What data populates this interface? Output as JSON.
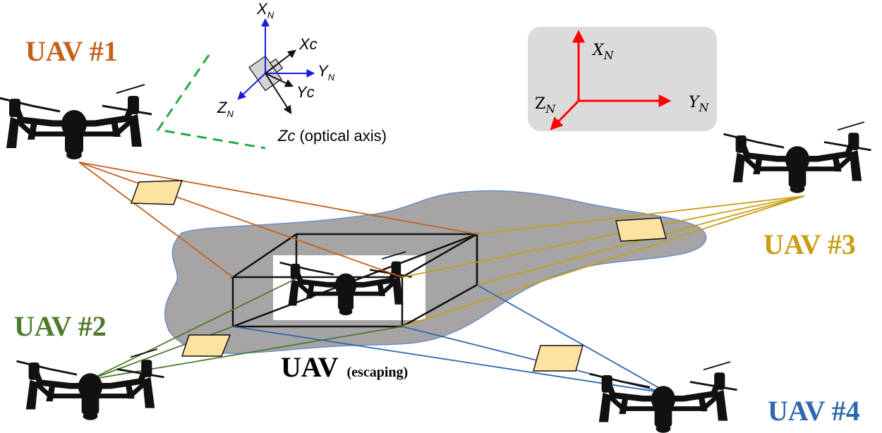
{
  "uavs": {
    "uav1": {
      "label": "UAV #1",
      "color": "#C5601B"
    },
    "uav2": {
      "label": "UAV #2",
      "color": "#4E7A2B"
    },
    "uav3": {
      "label": "UAV #3",
      "color": "#C99E12"
    },
    "uav4": {
      "label": "UAV #4",
      "color": "#2E68B0"
    }
  },
  "target": {
    "label": "UAV",
    "sublabel": "(escaping)"
  },
  "camera_frame": {
    "xn": "X",
    "xn_sub": "N",
    "yn": "Y",
    "yn_sub": "N",
    "zn": "Z",
    "zn_sub": "N",
    "xc": "Xc",
    "yc": "Yc",
    "zc": "Zc",
    "zc_note": "(optical axis)"
  },
  "reference_frame": {
    "xn": "X",
    "xn_sub": "N",
    "yn": "Y",
    "yn_sub": "N",
    "zn": "Z",
    "zn_sub": "N"
  },
  "colors": {
    "ground": "#A6A4A4",
    "image_plane": "#FCE3A0",
    "reference_box": "#DBDBDB",
    "reference_axes": "#FF0000",
    "camera_axes_n": "#1A1AE6",
    "fov_guide": "#22A84A"
  },
  "icons": [
    "quadcopter-icon",
    "camera-body-icon"
  ]
}
